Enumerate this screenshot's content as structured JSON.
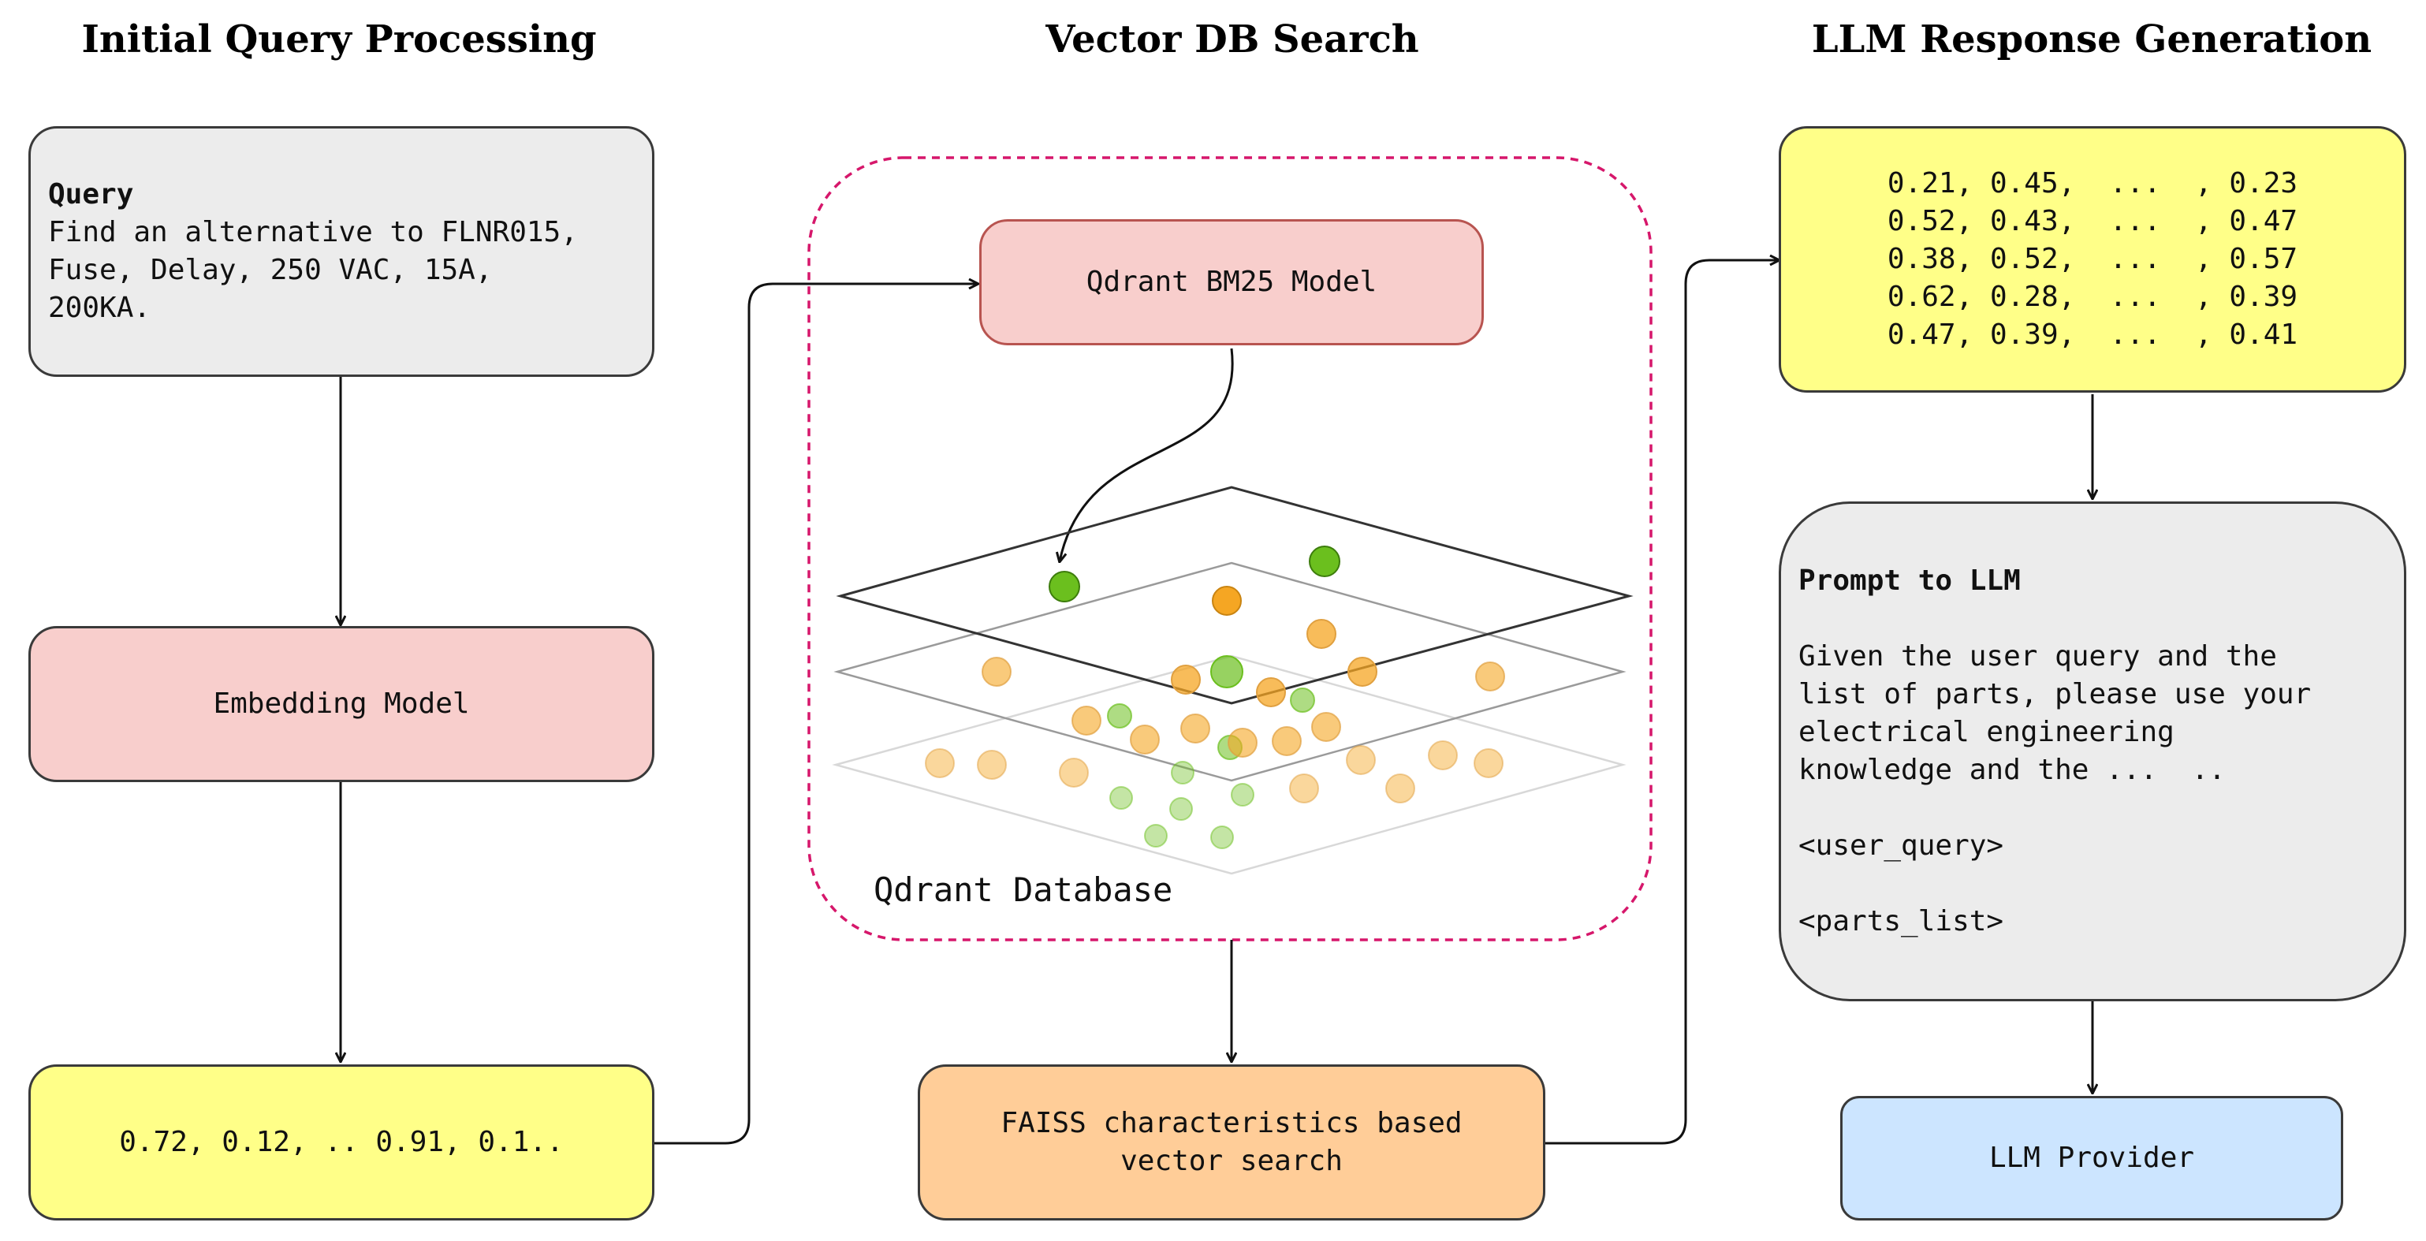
{
  "headings": {
    "col1": "Initial Query Processing",
    "col2": "Vector DB Search",
    "col3": "LLM Response Generation"
  },
  "query_box": {
    "title": "Query",
    "lines": [
      "Find an alternative to FLNR015,",
      "Fuse, Delay, 250 VAC, 15A,",
      "200KA."
    ]
  },
  "embedding_model": "Embedding Model",
  "query_vector": "0.72, 0.12, .. 0.91, 0.1..",
  "bm25_model": "Qdrant BM25 Model",
  "qdrant_database": "Qdrant Database",
  "faiss_search": [
    "FAISS characteristics based",
    "vector search"
  ],
  "result_vectors": [
    "0.21, 0.45,  ...  , 0.23",
    "0.52, 0.43,  ...  , 0.47",
    "0.38, 0.52,  ...  , 0.57",
    "0.62, 0.28,  ...  , 0.39",
    "0.47, 0.39,  ...  , 0.41"
  ],
  "prompt_box": {
    "title": "Prompt to LLM",
    "body": [
      "Given the user query and the",
      "list of parts, please use your",
      "electrical engineering",
      "knowledge and the ...  .."
    ],
    "user_query_tag": "<user_query>",
    "parts_list_tag": "<parts_list>"
  },
  "llm_provider": "LLM Provider",
  "colors": {
    "grey_box": "#ececec",
    "pink_box": "#f8cecc",
    "yellow_box": "#ffff88",
    "orange_box": "#ffcd98",
    "blue_box": "#cce5ff",
    "dashed_border": "#d6176b",
    "green_point": "#6bbf1e",
    "orange_point": "#f5a623"
  }
}
